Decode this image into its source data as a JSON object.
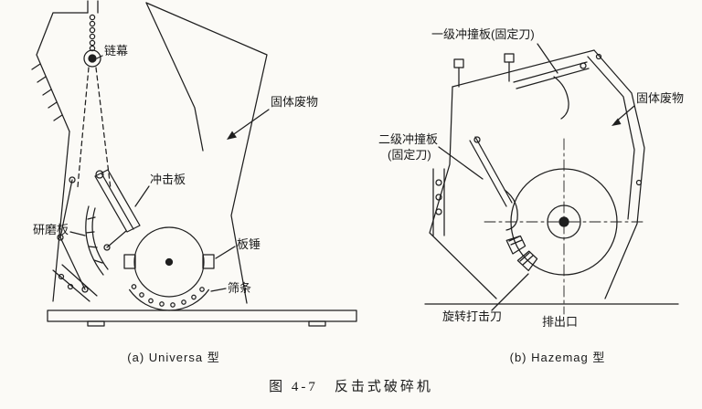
{
  "colors": {
    "ink": "#1f1f1f",
    "paper": "#fbfaf6"
  },
  "figure": {
    "caption": "图 4-7　反击式破碎机",
    "panel_a": {
      "sublabel": "(a) Universa 型",
      "labels": {
        "chain_curtain": "链幕",
        "solid_waste": "固体废物",
        "impact_plate": "冲击板",
        "grinding_plate": "研磨板",
        "plate_hammer": "板锤",
        "screen_bars": "筛条"
      }
    },
    "panel_b": {
      "sublabel": "(b) Hazemag 型",
      "labels": {
        "first_stage_plate": "一级冲撞板(固定刀)",
        "solid_waste": "固体废物",
        "second_stage_plate_line1": "二级冲撞板",
        "second_stage_plate_line2": "(固定刀)",
        "rotary_blade": "旋转打击刀",
        "outlet": "排出口"
      }
    }
  }
}
